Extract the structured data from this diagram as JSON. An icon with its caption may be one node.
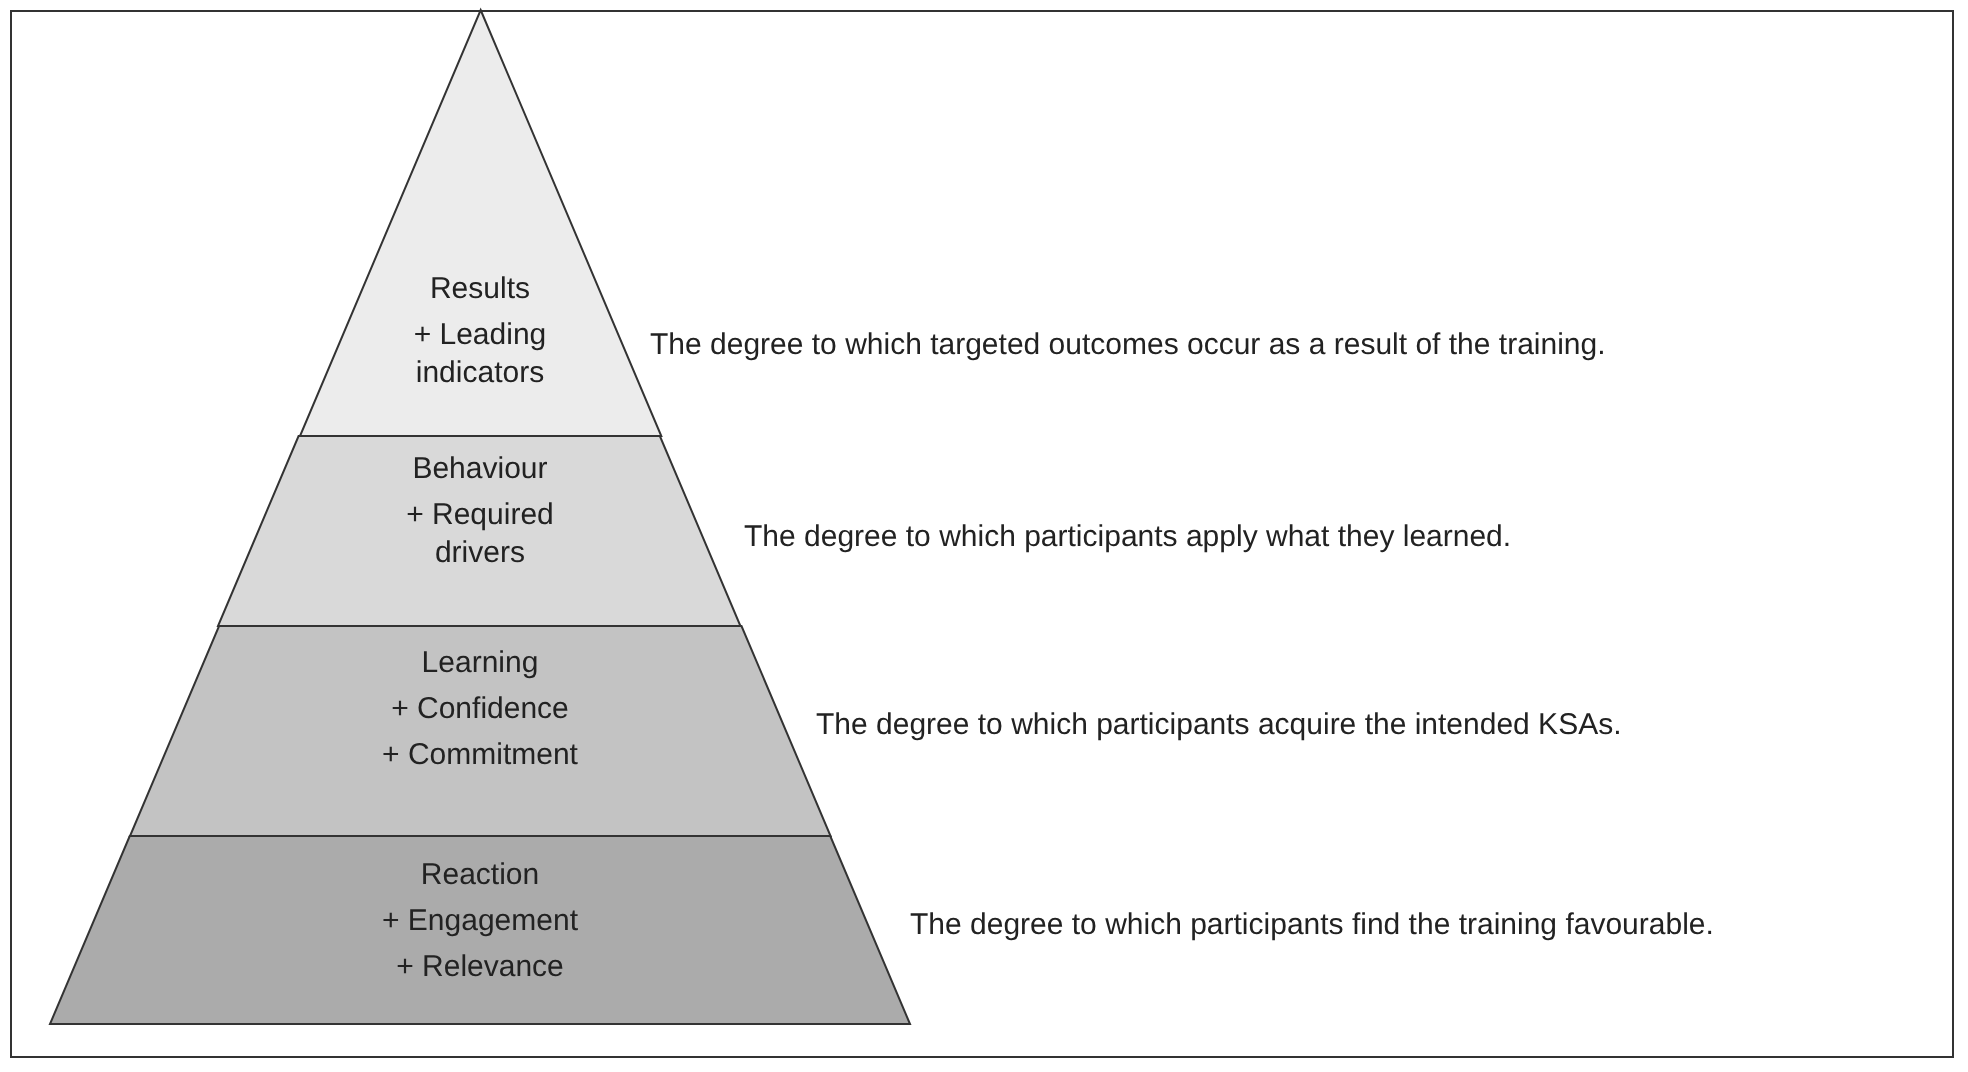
{
  "diagram": {
    "nodes": [
      {
        "text": [
          "Results",
          "+ Leading indicators"
        ],
        "beside": [
          "The degree to which targeted outcomes occur as a result of the training."
        ]
      },
      {
        "text": [
          "Behaviour",
          "+ Required drivers"
        ],
        "beside": [
          "The degree to which participants apply what they learned."
        ]
      },
      {
        "text": [
          "Learning",
          "+ Confidence",
          "+ Commitment"
        ],
        "beside": [
          "The degree to which participants acquire the intended KSAs."
        ]
      },
      {
        "text": [
          "Reaction",
          "+ Engagement",
          "+ Relevance"
        ],
        "beside": [
          "The degree to which participants find the training favourable."
        ]
      }
    ]
  }
}
